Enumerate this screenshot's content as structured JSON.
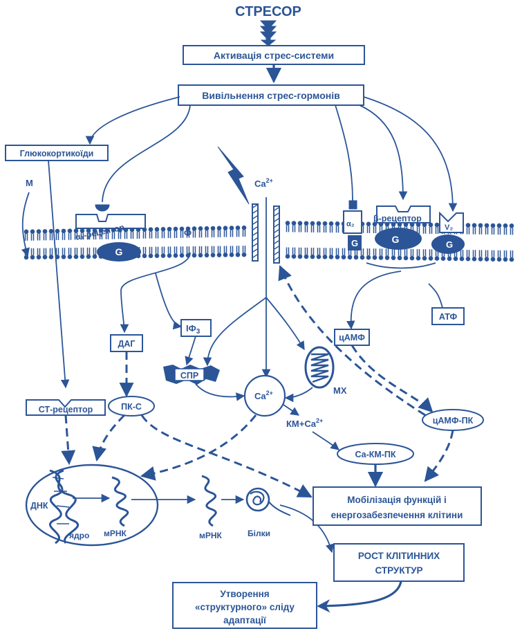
{
  "title": "СТРЕСОР",
  "boxes": {
    "activation": "Активація стрес-системи",
    "release": "Вивільнення стрес-гормонів",
    "glucocorticoids": "Глюкокортикоїди",
    "mobilization_line1": "Мобілізація функцій і",
    "mobilization_line2": "енергозабезпечення клітини",
    "growth_line1": "РОСТ КЛІТИННИХ",
    "growth_line2": "СТРУКТУР",
    "trace_line1": "Утворення",
    "trace_line2": "«структурного» сліду",
    "trace_line3": "адаптації",
    "ip3": "ІФ",
    "ip3_sub": "3",
    "dag": "ДАГ",
    "atf": "АТФ",
    "camp": "цАМФ",
    "st_receptor": "СТ-рецептор",
    "spr": "СПР"
  },
  "ovals": {
    "pkc": "ПК-С",
    "camp_pk": "цАМФ-ПК",
    "ca_km_pk": "Са-КМ-ПК",
    "ca": "Ca",
    "ca_sup": "2+"
  },
  "labels": {
    "m": "М",
    "ca_top": "Ca",
    "ca_top_sup": "2+",
    "alpha1_receptor": "α₁-рецептор",
    "beta_receptor": "β-рецептор",
    "alpha2": "α₂",
    "v2": "V₂",
    "f": "Ф",
    "g": "G",
    "mx": "МХ",
    "km_ca": "КМ+Ca",
    "km_ca_sup": "2+",
    "dnk": "ДНК",
    "nucleus": "ядро",
    "mrnk_inside": "мРНК",
    "mrnk_outside": "мРНК",
    "proteins": "Білки"
  },
  "colors": {
    "ink": "#2b5597",
    "background": "#ffffff"
  }
}
